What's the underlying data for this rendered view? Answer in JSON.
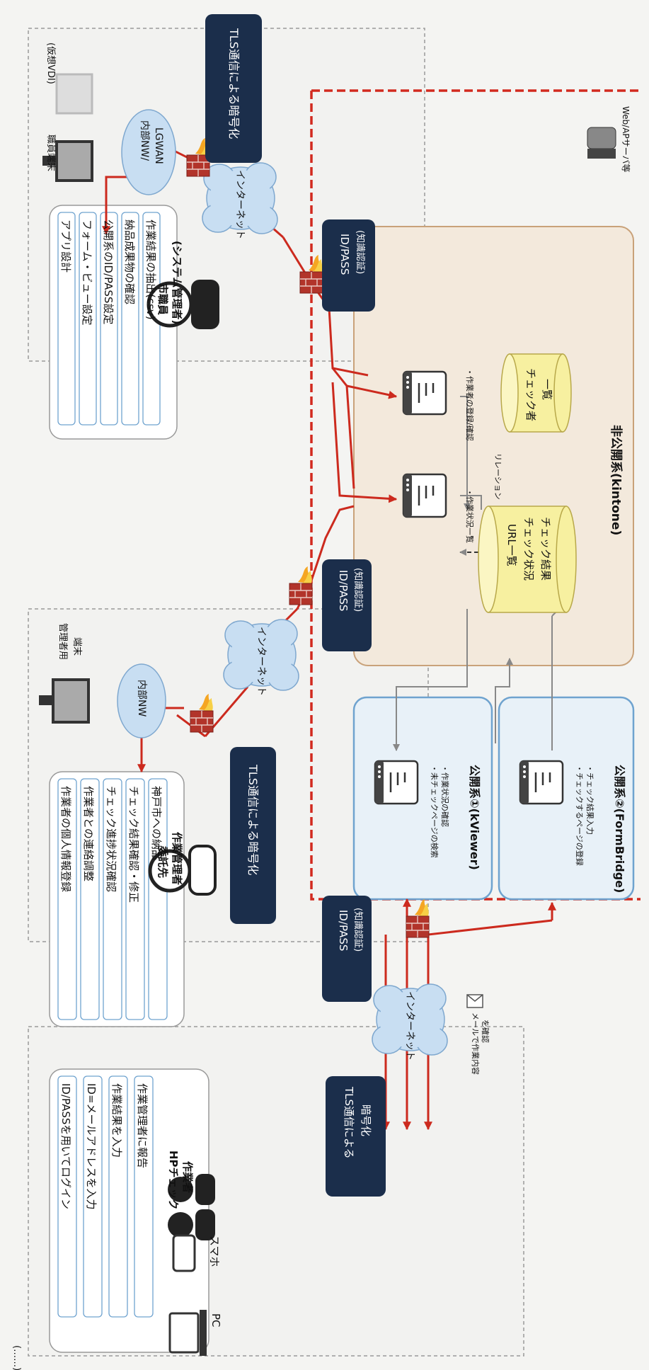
{
  "top_left_fragment": "(……)",
  "tls_labels": {
    "upper_right": "TLS通信による暗号化",
    "upper_middle": "TLS通信による暗号化",
    "lower": [
      "TLS通信による",
      "暗号化"
    ]
  },
  "idpass_labels": {
    "upper": [
      "ID/PASS",
      "(知識認証)"
    ],
    "middle": [
      "ID/PASS",
      "(知識認証)"
    ],
    "lower": [
      "ID/PASS",
      "(知識認証)"
    ]
  },
  "internet_label": "インターネット",
  "network_labels": {
    "naibu_lgwan": [
      "内部NW/",
      "LGWAN"
    ],
    "naibu": "内部NW"
  },
  "terminals": {
    "staff": "職員端末",
    "vdi": "(仮想VDI)",
    "manager": [
      "管理者用",
      "端末"
    ]
  },
  "city_staff": {
    "title": [
      "市職員",
      "(システム管理者)"
    ],
    "tasks": [
      "アプリ設計",
      "フォーム・ビュー設定",
      "公開系のID/PASS設定",
      "納品成果物の確認",
      "作業結果の抽出(csv)"
    ]
  },
  "contractor": {
    "title": [
      "委託先",
      "作業管理者"
    ],
    "tasks": [
      "作業者の個人情報登録",
      "作業者との連絡調整",
      "チェック進捗状況確認",
      "チェック結果確認・修正",
      "神戸市への納品"
    ]
  },
  "worker": {
    "title": [
      "HPチェック",
      "作業者"
    ],
    "tasks": [
      "ID/PASSを用いてログイン",
      "ID=メールアドレスを入力",
      "作業結果を入力",
      "作業管理者に報告"
    ],
    "devices": {
      "smartphone": "スマホ",
      "pc": "PC"
    }
  },
  "mail_note": [
    "メールで作業内容",
    "を確認"
  ],
  "server_label": "Web/APサーバ等",
  "kintone": {
    "title": "非公開系(kintone)",
    "db_url": [
      "URL一覧",
      "チェック状況",
      "チェック結果"
    ],
    "db_checker": [
      "チェック者",
      "一覧"
    ],
    "relation": "リレーション",
    "page1_caption": "・作業状況一覧",
    "page2_caption": "・作業者の登録/確認"
  },
  "public1": {
    "title": "公開系①(kViewer)",
    "captions": [
      "・未チェックページの検索",
      "・作業状況の確認"
    ]
  },
  "public2": {
    "title": "公開系②(FormBridge)",
    "captions": [
      "・チェックするページの登録",
      "・チェック結果入力"
    ]
  }
}
